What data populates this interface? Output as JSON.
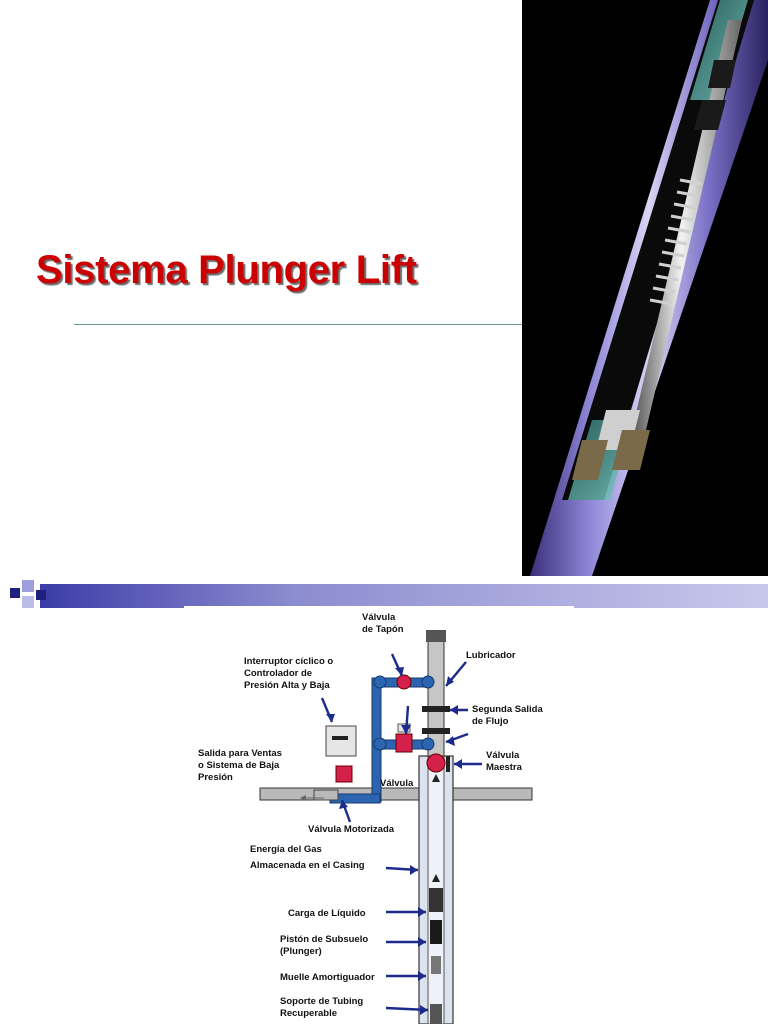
{
  "slide1": {
    "title": "Sistema Plunger Lift"
  },
  "slide2": {
    "labels": {
      "valvula_tapon": [
        "Válvula",
        "de Tapón"
      ],
      "lubricador": "Lubricador",
      "interruptor": [
        "Interruptor cíclico o",
        "Controlador de",
        "Presión Alta y Baja"
      ],
      "segunda_salida": [
        "Segunda Salida",
        "de Flujo"
      ],
      "salida_ventas": [
        "Salida para Ventas",
        "o Sistema de Baja",
        "Presión"
      ],
      "valvula": "Válvula",
      "valvula_maestra": [
        "Válvula",
        "Maestra"
      ],
      "valvula_motorizada": "Válvula Motorizada",
      "energia_gas": [
        "Energía del Gas",
        "Almacenada en el Casing"
      ],
      "carga_liquido": "Carga de Líquido",
      "piston": [
        "Pistón de Subsuelo",
        "(Plunger)"
      ],
      "muelle": "Muelle Amortiguador",
      "soporte": [
        "Soporte de Tubing",
        "Recuperable"
      ]
    }
  }
}
